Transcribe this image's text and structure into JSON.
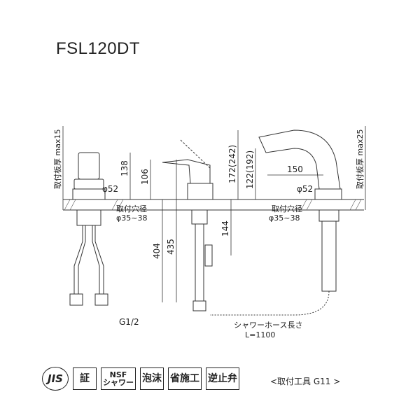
{
  "model": "FSL120DT",
  "labels": {
    "plate_left": "取付板厚 max15",
    "plate_right": "取付板厚 max25",
    "d52_left": "φ52",
    "d52_right": "φ52",
    "hole_left_1": "取付穴径",
    "hole_left_2": "φ35~38",
    "hole_right_1": "取付穴径",
    "hole_right_2": "φ35~38",
    "dim_138": "138",
    "dim_106": "106",
    "dim_404": "404",
    "dim_435": "435",
    "dim_144": "144",
    "dim_172": "172(242)",
    "dim_122": "122(192)",
    "dim_150": "150",
    "thread": "G1/2",
    "hose_1": "シャワーホース長さ",
    "hose_2": "L=1100"
  },
  "badges": {
    "jis": "JIS",
    "sho": "証",
    "nsf_top": "NSF",
    "nsf_bottom": "シャワー",
    "awa": "泡沫",
    "shosese": "省施工",
    "gyakushi": "逆止弁"
  },
  "tool": "<取付工具 G11 >"
}
